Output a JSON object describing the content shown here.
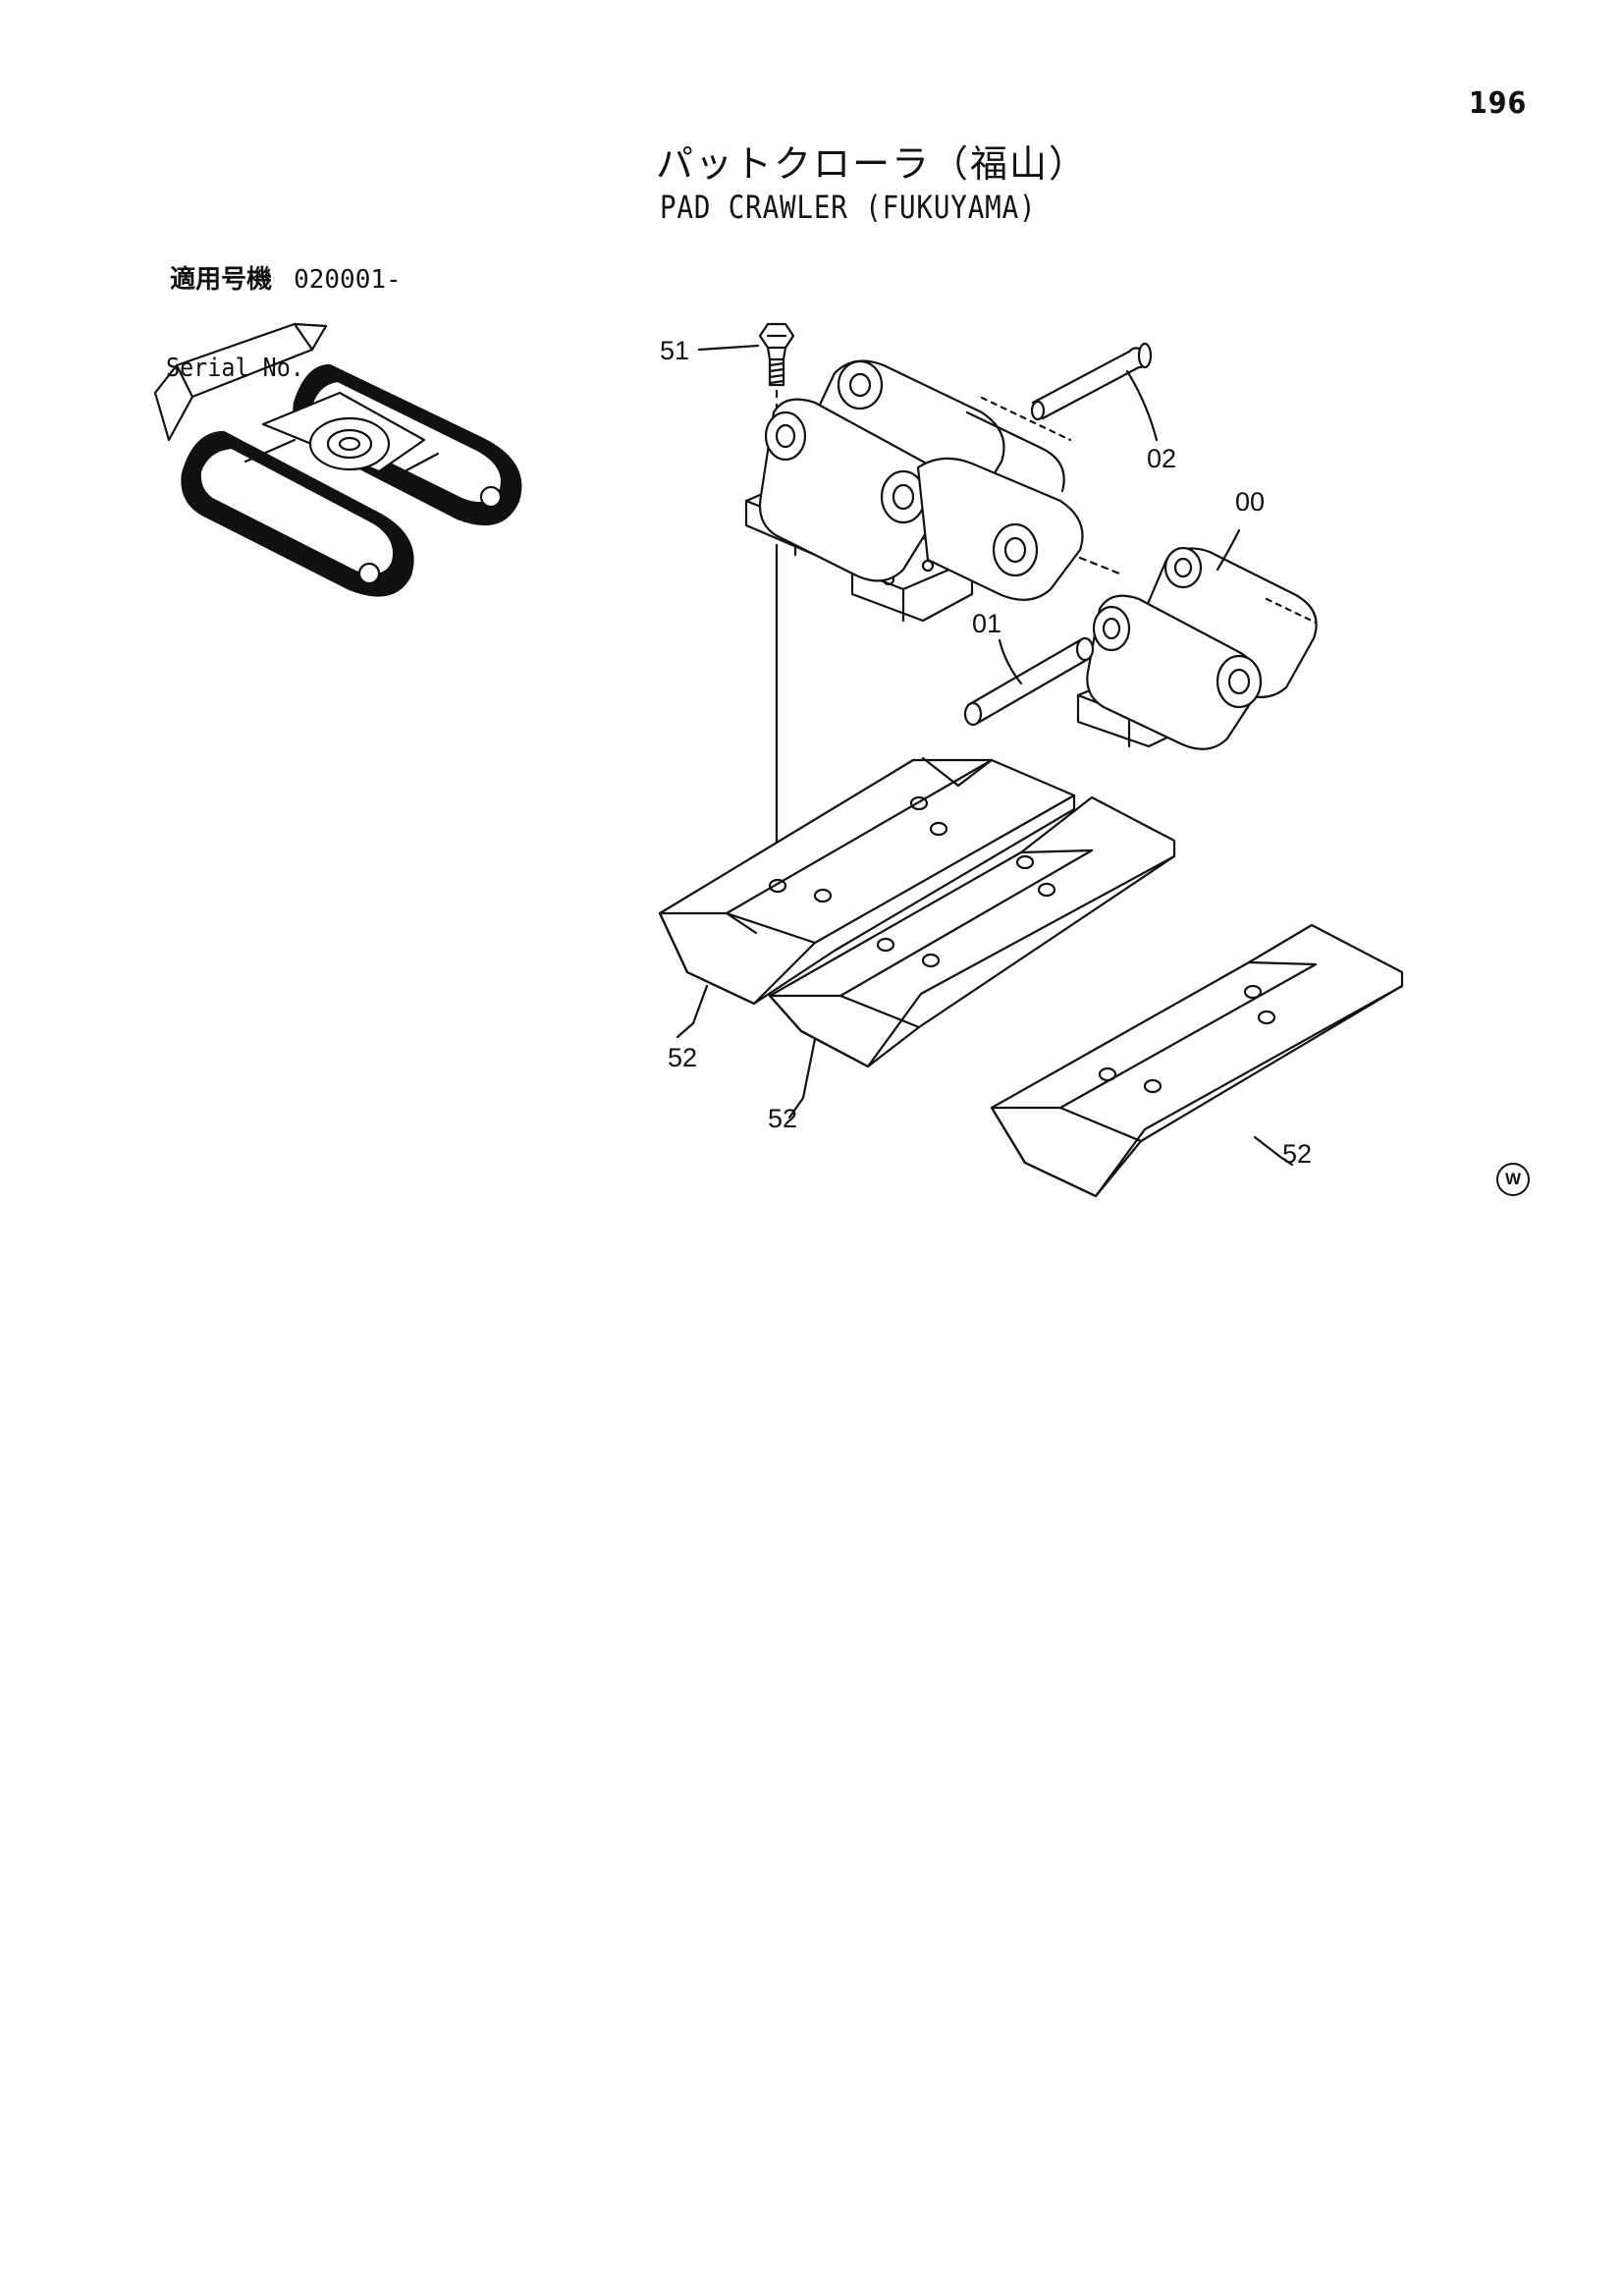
{
  "page_number": "196",
  "title": {
    "japanese": "パットクローラ（福山）",
    "english": "PAD CRAWLER (FUKUYAMA)"
  },
  "serial": {
    "label_jp": "適用号機",
    "label_en": "Serial No.",
    "value": "020001-"
  },
  "callouts": {
    "c51": "51",
    "c02": "02",
    "c00": "00",
    "c01": "01",
    "c52a": "52",
    "c52b": "52",
    "c52c": "52"
  },
  "stamp": "W",
  "icons": {
    "machine": "crawler-excavator-undercarriage-icon",
    "bolt": "bolt-icon",
    "pin": "pin-icon",
    "link": "track-link-icon",
    "pad": "rubber-pad-icon"
  }
}
